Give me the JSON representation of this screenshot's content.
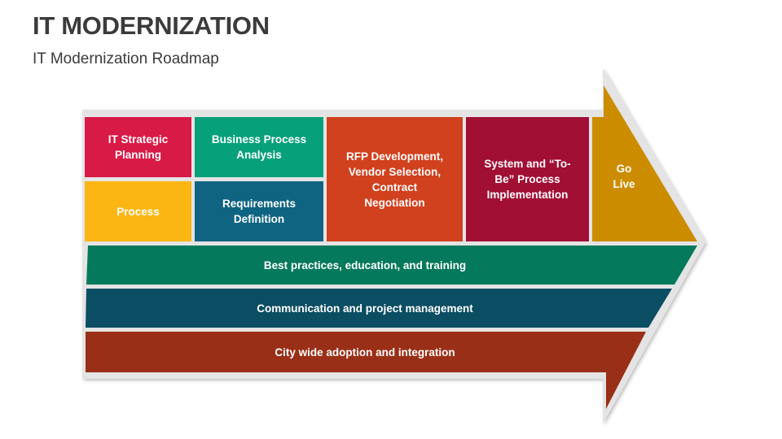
{
  "header": {
    "title": "IT MODERNIZATION",
    "subtitle": "IT Modernization Roadmap"
  },
  "arrow": {
    "outline_color": "#e3e3e3",
    "phases": [
      {
        "id": "it-strategic-planning",
        "label": "IT Strategic\nPlanning",
        "color": "#d81a46"
      },
      {
        "id": "process",
        "label": "Process",
        "color": "#fbb614"
      },
      {
        "id": "business-process-analysis",
        "label": "Business Process\nAnalysis",
        "color": "#06a07a"
      },
      {
        "id": "requirements-definition",
        "label": "Requirements\nDefinition",
        "color": "#0f6482"
      },
      {
        "id": "rfp-development",
        "label": "RFP Development,\nVendor Selection,\nContract\nNegotiation",
        "color": "#d1411e"
      },
      {
        "id": "system-implementation",
        "label": "System and “To-\nBe” Process\nImplementation",
        "color": "#a10f35"
      },
      {
        "id": "go-live",
        "label": "Go\nLive",
        "color": "#cc8c00"
      }
    ],
    "bands": [
      {
        "id": "best-practices",
        "label": "Best practices, education, and training",
        "color": "#05795b"
      },
      {
        "id": "communication",
        "label": "Communication and project management",
        "color": "#0b4d63"
      },
      {
        "id": "city-wide-adoption",
        "label": "City wide adoption and integration",
        "color": "#9a2f17"
      }
    ]
  }
}
